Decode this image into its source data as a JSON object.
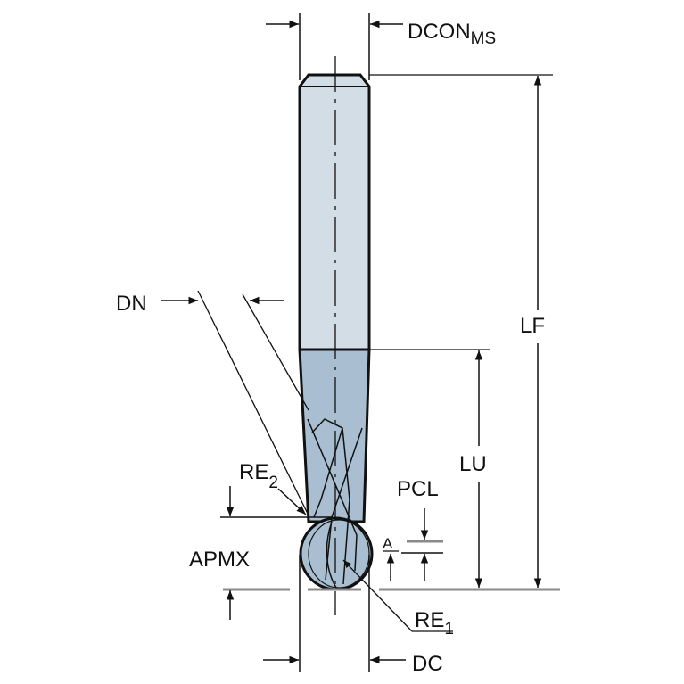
{
  "title": "Ball nose end mill dimensions",
  "labels": {
    "dcon": "DCON",
    "dcon_sub": "MS",
    "lf": "LF",
    "lu": "LU",
    "dn": "DN",
    "re2": "RE",
    "re2_sub": "2",
    "apmx": "APMX",
    "pcl": "PCL",
    "a": "A",
    "re1": "RE",
    "re1_sub": "1",
    "dc": "DC"
  },
  "colors": {
    "shank": "#d3dde6",
    "neck": "#a9bfd1",
    "line": "#111111",
    "gray_line": "#8a8a8a"
  }
}
